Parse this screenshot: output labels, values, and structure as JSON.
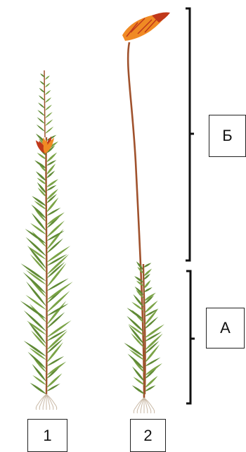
{
  "labels": {
    "part_b": "Б",
    "part_a": "А",
    "plant_1": "1",
    "plant_2": "2"
  },
  "colors": {
    "leaf": "#7aa346",
    "leaf_dark": "#5f8a35",
    "stem": "#a0522d",
    "capsule": "#f08a24",
    "capsule_dark": "#c0381a",
    "bracket": "#111111"
  }
}
